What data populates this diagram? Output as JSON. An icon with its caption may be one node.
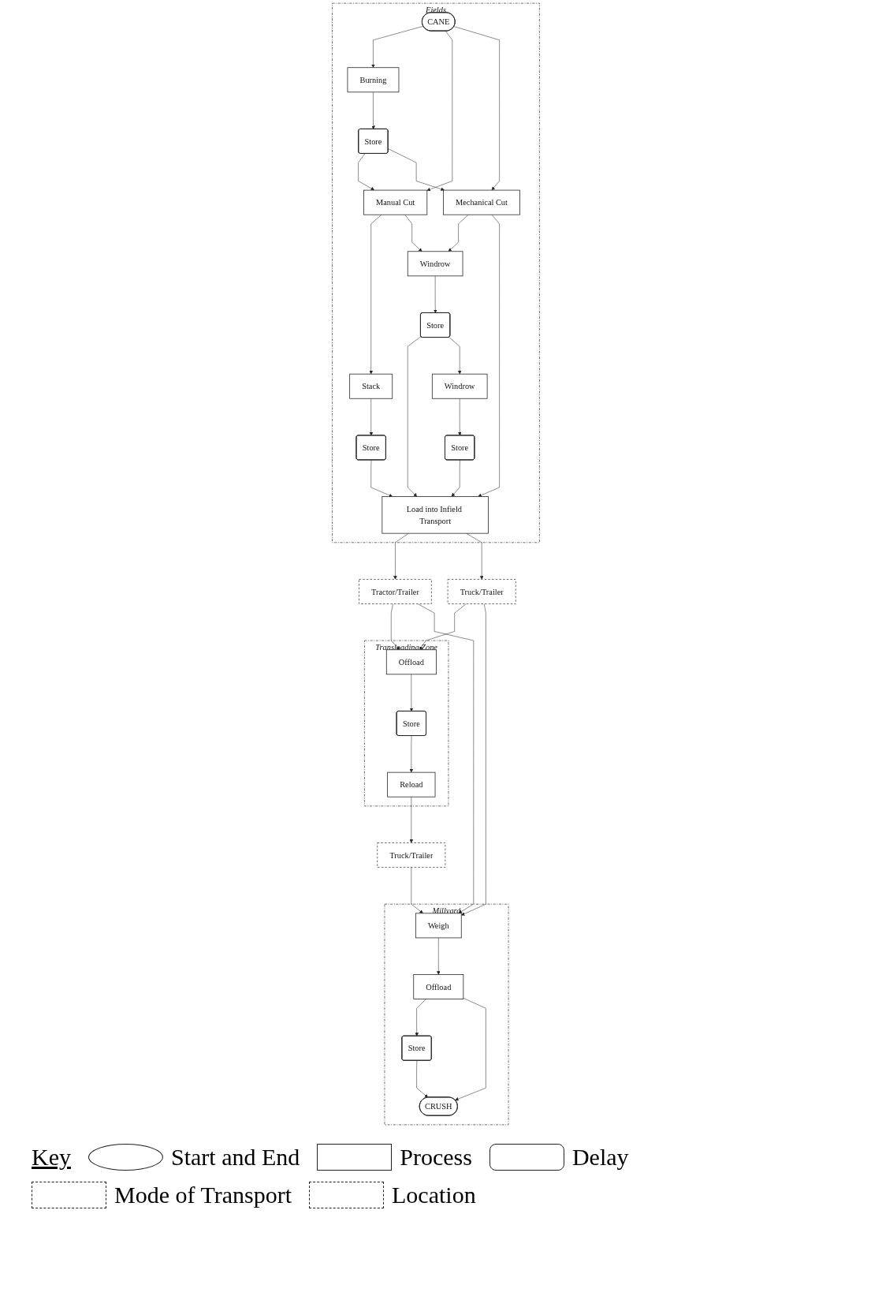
{
  "diagram": {
    "nodes": [
      {
        "text": [
          "Fields"
        ]
      },
      {
        "text": [
          "CANE"
        ],
        "in": 0
      },
      {
        "text": [
          "Burning"
        ],
        "in": 0
      },
      {
        "text": [
          "Store"
        ],
        "in": 0
      },
      {
        "text": [
          "Manual Cut"
        ],
        "in": 0
      },
      {
        "text": [
          "Mechanical Cut"
        ],
        "in": 0
      },
      {
        "text": [
          "Windrow"
        ],
        "in": 0
      },
      {
        "text": [
          "Stack"
        ],
        "in": 0
      },
      {
        "text": [
          "Store"
        ],
        "in": 0
      },
      {
        "text": [
          "Store"
        ],
        "in": 0
      },
      {
        "text": [
          "Windrow"
        ],
        "in": 0
      },
      {
        "text": [
          "Load into Infield Transport"
        ],
        "in": 0
      },
      {
        "text": [
          "Store"
        ],
        "in": 0
      },
      {
        "text": [
          "Tractor/Trailer"
        ]
      },
      {
        "text": [
          "Truck/Trailer"
        ]
      },
      {
        "text": [
          "Transloading Zone"
        ]
      },
      {
        "text": [
          "Offload"
        ],
        "in": 15
      },
      {
        "text": [
          "Store"
        ],
        "in": 15
      },
      {
        "text": [
          "Reload"
        ],
        "in": 15
      },
      {
        "text": [
          "Truck/Trailer"
        ]
      },
      {
        "text": [
          "Millyard"
        ]
      },
      {
        "text": [
          "Weigh"
        ],
        "in": 20
      },
      {
        "text": [
          "Offload"
        ],
        "in": 20
      },
      {
        "text": [
          "Store"
        ],
        "in": 20
      },
      {
        "text": [
          "CRUSH"
        ],
        "in": 20
      }
    ],
    "edges": [
      {
        "from": 1,
        "to": 2,
        "arrow": "to"
      },
      {
        "from": 2,
        "to": 3,
        "arrow": "to"
      },
      {
        "from": 1,
        "to": 4,
        "arrow": "to"
      },
      {
        "from": 1,
        "to": 5,
        "arrow": "to"
      },
      {
        "from": 3,
        "to": 4,
        "arrow": "to"
      },
      {
        "from": 3,
        "to": 5,
        "arrow": "to"
      },
      {
        "from": 4,
        "to": 7,
        "arrow": "to"
      },
      {
        "from": 4,
        "to": 6,
        "arrow": "to"
      },
      {
        "from": 5,
        "to": 6,
        "arrow": "to"
      },
      {
        "from": 5,
        "to": 11,
        "arrow": "to"
      },
      {
        "from": 6,
        "to": 9,
        "arrow": "to"
      },
      {
        "from": 9,
        "to": 11,
        "arrow": "to"
      },
      {
        "from": 9,
        "to": 10,
        "arrow": "to"
      },
      {
        "from": 10,
        "to": 12,
        "arrow": "to"
      },
      {
        "from": 12,
        "to": 11,
        "arrow": "to"
      },
      {
        "from": 7,
        "to": 8,
        "arrow": "to"
      },
      {
        "from": 8,
        "to": 11,
        "arrow": "to"
      },
      {
        "from": 11,
        "to": 13,
        "arrow": "to"
      },
      {
        "from": 11,
        "to": 14,
        "arrow": "to"
      },
      {
        "from": 13,
        "to": 16,
        "arrow": "to"
      },
      {
        "from": 13,
        "to": 21,
        "arrow": "to"
      },
      {
        "from": 14,
        "to": 16,
        "arrow": "to"
      },
      {
        "from": 14,
        "to": 21,
        "arrow": "to"
      },
      {
        "from": 16,
        "to": 17,
        "arrow": "to"
      },
      {
        "from": 17,
        "to": 18,
        "arrow": "to"
      },
      {
        "from": 18,
        "to": 19,
        "arrow": "to"
      },
      {
        "from": 19,
        "to": 21,
        "arrow": "to"
      },
      {
        "from": 21,
        "to": 22,
        "arrow": "to"
      },
      {
        "from": 22,
        "to": 23,
        "arrow": "to"
      },
      {
        "from": 22,
        "to": 24,
        "arrow": "to"
      },
      {
        "from": 23,
        "to": 24,
        "arrow": "to"
      }
    ],
    "labels": [
      "Key"
    ],
    "legend": [
      {
        "text": "Start and End"
      },
      {
        "text": "Process"
      },
      {
        "text": "Delay"
      },
      {
        "text": "Mode of Transport"
      },
      {
        "text": "Location"
      }
    ]
  }
}
